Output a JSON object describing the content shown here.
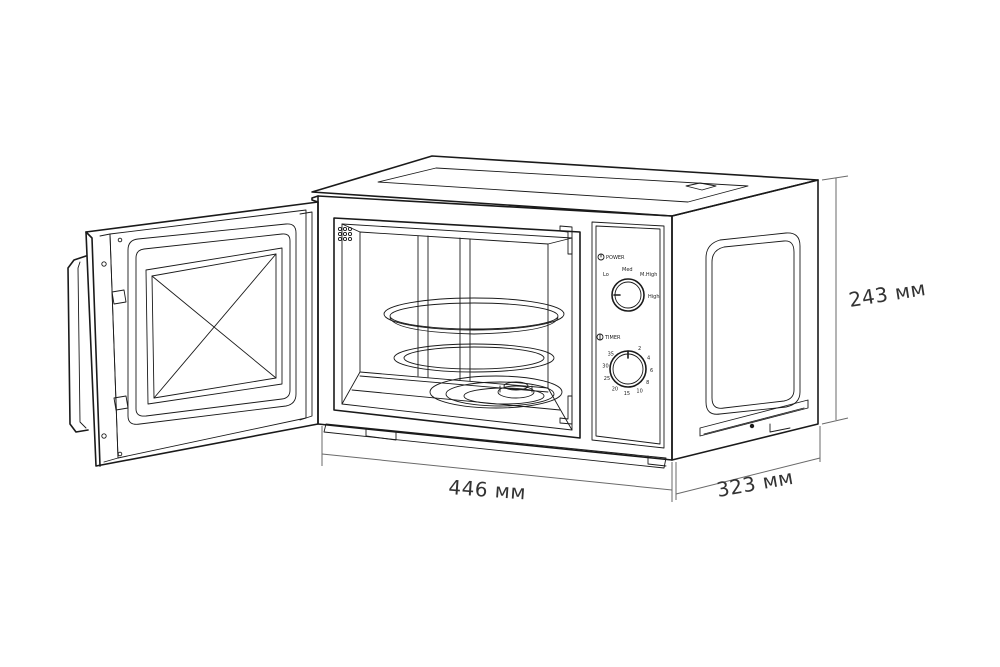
{
  "dimensions": {
    "height": "243 мм",
    "width": "446 мм",
    "depth": "323 мм"
  },
  "panel": {
    "power_label": "POWER",
    "timer_label": "TIMER",
    "power_marks": {
      "low": "Lo",
      "med": "Med",
      "mid_high": "M.High",
      "high": "High"
    },
    "timer_marks": [
      "2",
      "4",
      "6",
      "8",
      "10",
      "15",
      "20",
      "25",
      "30",
      "35"
    ]
  }
}
